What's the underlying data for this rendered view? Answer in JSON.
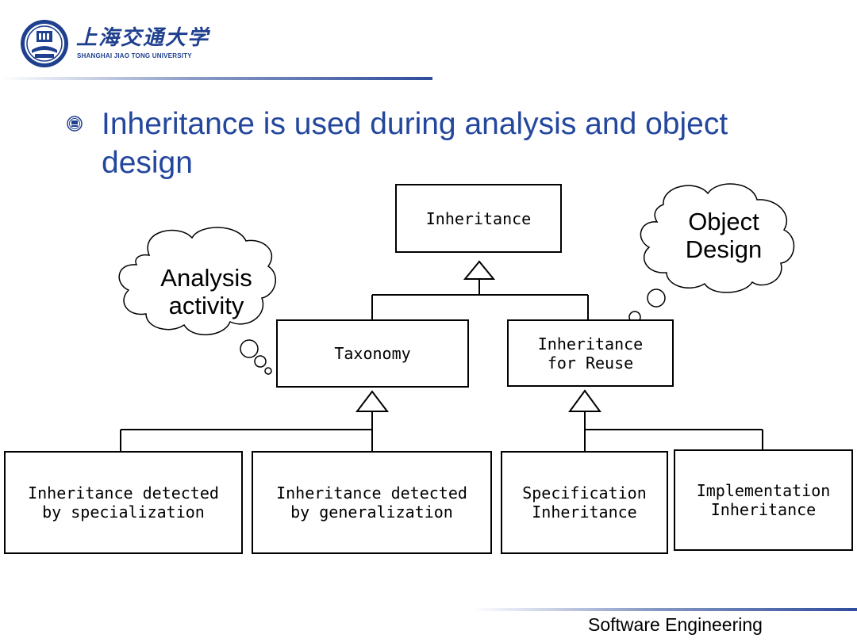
{
  "header": {
    "logo_chinese": "上海交通大学",
    "logo_english": "SHANGHAI JIAO TONG UNIVERSITY"
  },
  "slide": {
    "bullet_text": "Inheritance is used during analysis and object design"
  },
  "diagram": {
    "root": "Inheritance",
    "taxonomy": "Taxonomy",
    "reuse_line1": "Inheritance",
    "reuse_line2": "for Reuse",
    "leaf1_line1": "Inheritance detected",
    "leaf1_line2": "by specialization",
    "leaf2_line1": "Inheritance detected",
    "leaf2_line2": "by generalization",
    "leaf3_line1": "Specification",
    "leaf3_line2": "Inheritance",
    "leaf4_line1": "Implementation",
    "leaf4_line2": "Inheritance"
  },
  "clouds": {
    "analysis_line1": "Analysis",
    "analysis_line2": "activity",
    "design_line1": "Object",
    "design_line2": "Design"
  },
  "footer": {
    "course": "Software Engineering"
  },
  "colors": {
    "title_blue": "#23479d",
    "logo_blue": "#1f3f8f"
  }
}
